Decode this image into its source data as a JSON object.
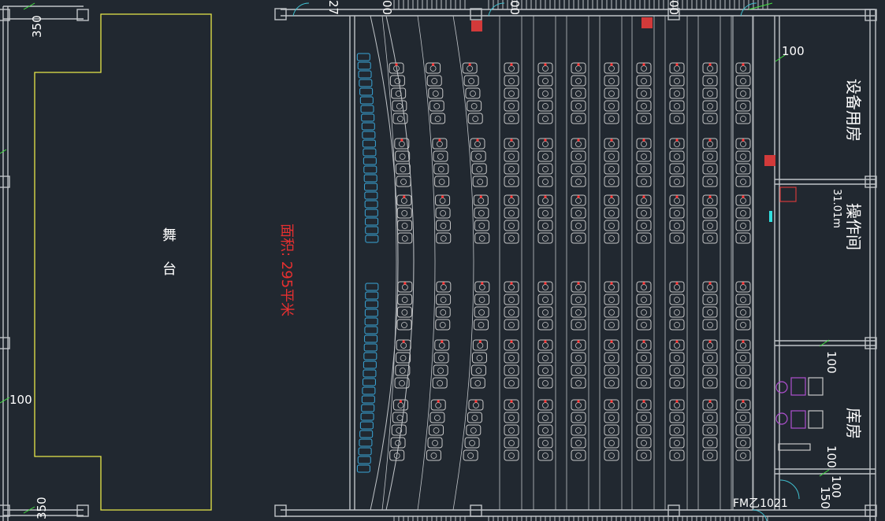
{
  "stage": {
    "label_1": "舞",
    "label_2": "台"
  },
  "area_label": "面积: 295平米",
  "rooms": {
    "equipment": "设备用房",
    "operation": "操作间",
    "operation_area": "31.01m",
    "storage": "库房"
  },
  "dims": {
    "left_top": "350",
    "left_mid": "100",
    "left_bottom": "350",
    "right_top": "100",
    "right_mid": "100",
    "right_store": "100",
    "right_bottom_a": "100",
    "right_bottom_b": "150",
    "top_a": "27",
    "top_b": "00",
    "top_c": "00",
    "top_d": "00"
  },
  "door_tag": "FM乙1021",
  "colors": {
    "background": "#212830",
    "wall": "#c0c4c8",
    "column": "#d23a3a",
    "stage_outline": "#e8e84a",
    "seat": "#c8c8c8",
    "seat_front": "#39a6d8",
    "seat_marker": "#ff2a2a",
    "dimension": "#40e040",
    "label": "#ffffff",
    "area_text": "#e83030",
    "equipment": "#b050d0"
  }
}
